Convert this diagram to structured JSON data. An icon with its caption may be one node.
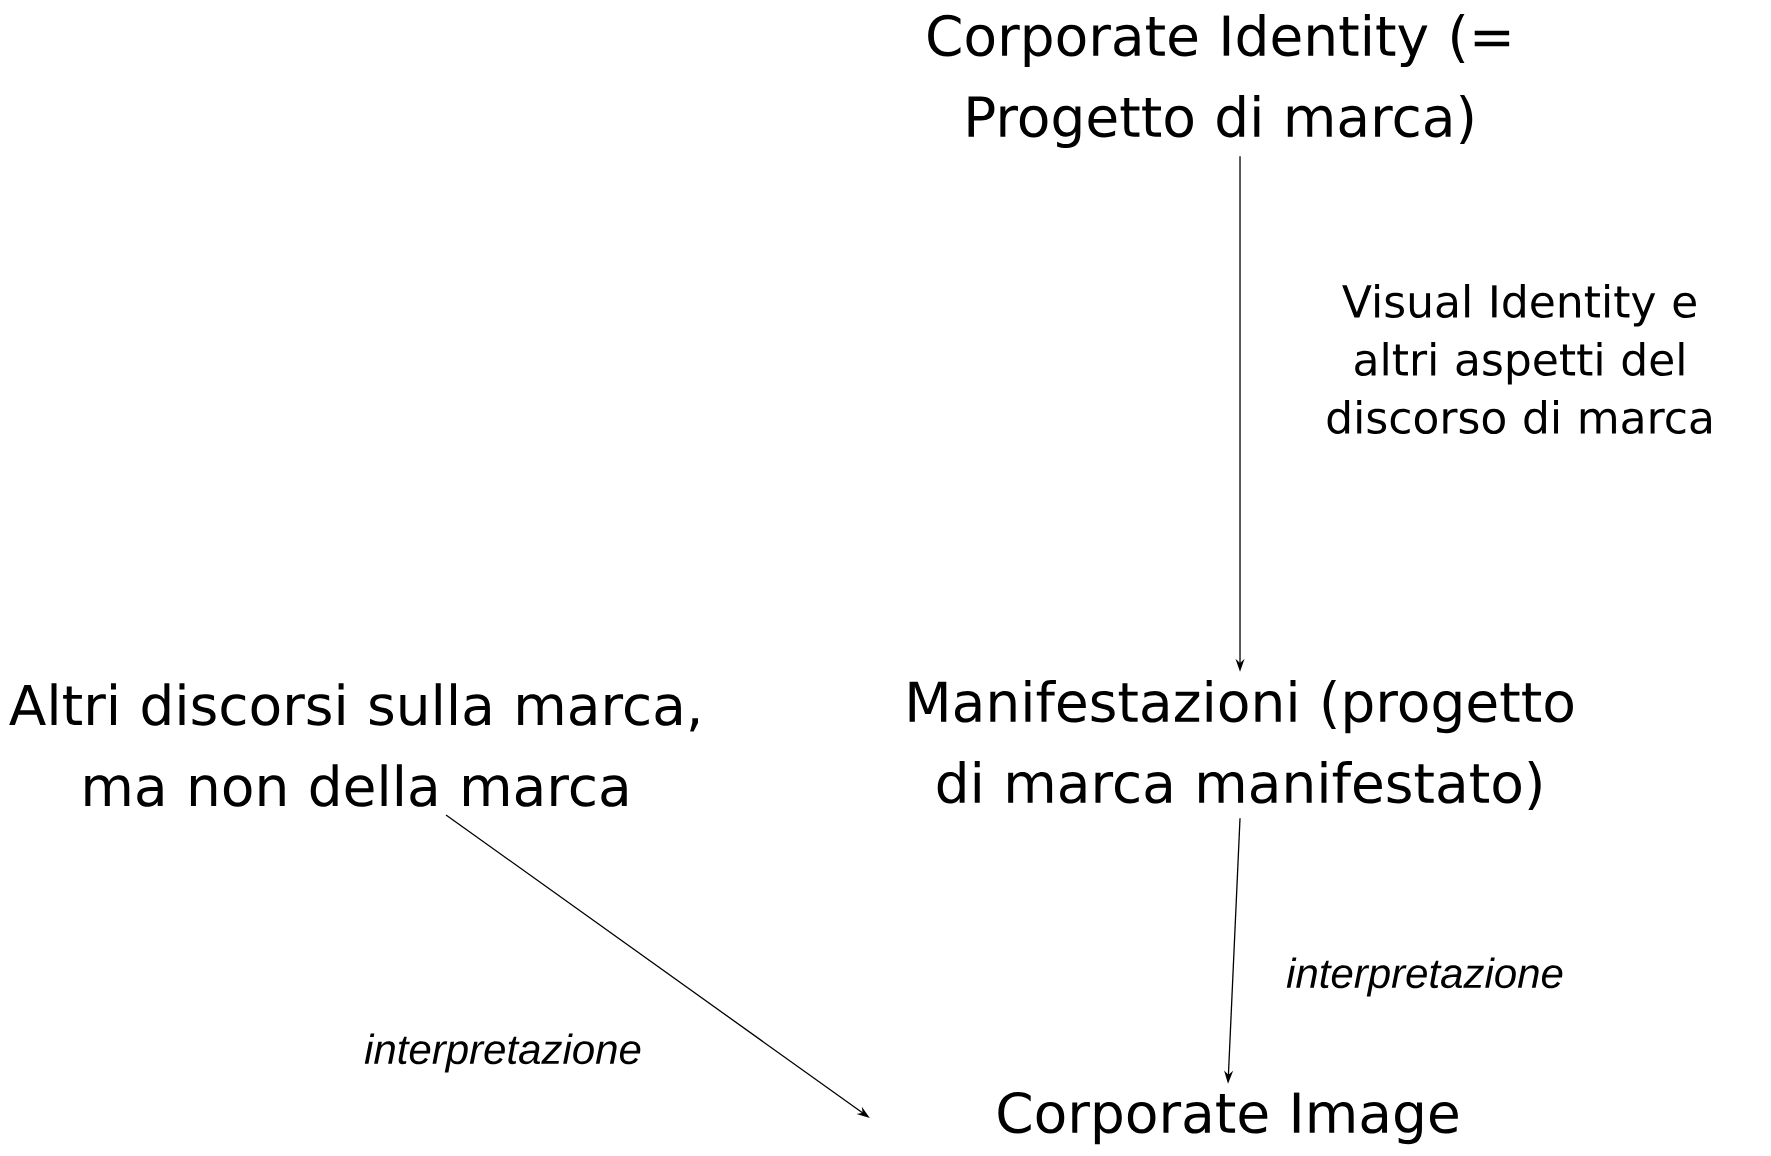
{
  "diagram": {
    "nodes": [
      {
        "text": [
          "Corporate Identity (= Progetto di marca)"
        ]
      },
      {
        "text": [
          "Manifestazioni (progetto di marca manifestato)"
        ]
      },
      {
        "text": [
          "Altri discorsi sulla marca, ma non della marca"
        ]
      },
      {
        "text": [
          "Corporate Image"
        ]
      }
    ],
    "edges": [
      {
        "from": 0,
        "to": 1,
        "arrow": "to",
        "label": "Visual Identity e altri aspetti del discorso di marca"
      },
      {
        "from": 1,
        "to": 3,
        "arrow": "to",
        "label": "interpretazione"
      },
      {
        "from": 2,
        "to": 3,
        "arrow": "to",
        "label": "interpretazione"
      }
    ]
  }
}
